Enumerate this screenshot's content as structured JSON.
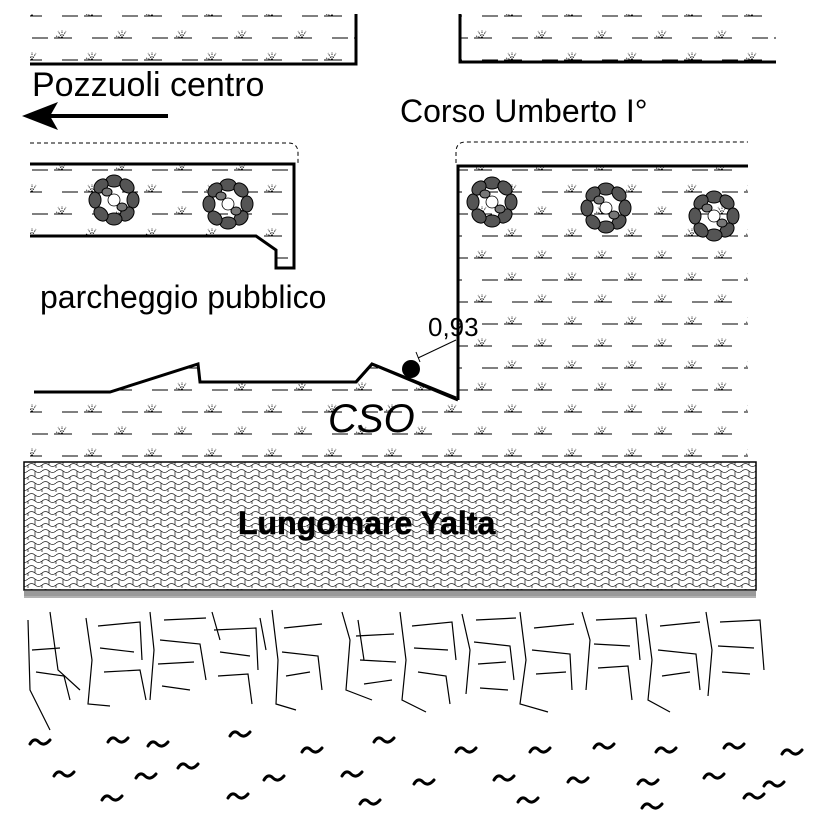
{
  "labels": {
    "direction": "Pozzuoli centro",
    "street": "Corso Umberto I°",
    "parking": "parcheggio pubblico",
    "measure": "0,93",
    "point": "CSO",
    "promenade": "Lungomare Yalta"
  },
  "icons": {
    "arrow": "arrow-left-icon",
    "marker": "cso-point-icon",
    "tree": "tree-icon",
    "grass": "grass-tuft-icon",
    "wave": "wave-icon"
  },
  "colors": {
    "ink": "#000000",
    "tree_fill": "#555555",
    "paving_fill": "#f2f2f2",
    "seawall": "#9a9a9a"
  }
}
